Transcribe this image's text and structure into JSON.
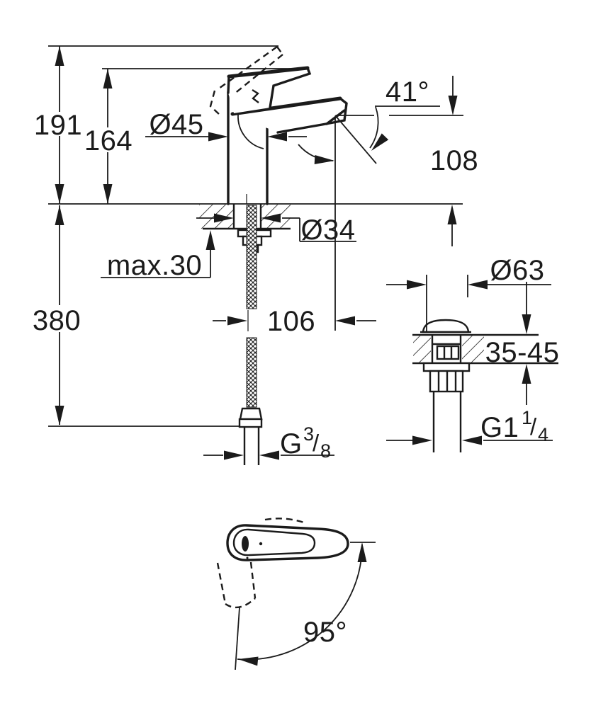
{
  "colors": {
    "ink": "#1b1b1b",
    "paper": "#ffffff"
  },
  "side_view": {
    "total_height": "191",
    "handle_height": "164",
    "body_diameter": "Ø45",
    "spout_angle": "41°",
    "spout_height": "108",
    "shank_diameter": "Ø34",
    "deck_thickness": "max.30",
    "hose_length": "380",
    "spout_reach": "106",
    "supply_thread": {
      "main": "G",
      "sup": "3",
      "slash": "/",
      "sub": "8"
    }
  },
  "drain_view": {
    "cap_diameter": "Ø63",
    "deck_range": "35-45",
    "outlet_thread": {
      "main": "G1",
      "sup": "1",
      "slash": "/",
      "sub": "4"
    }
  },
  "top_view": {
    "handle_swing_angle": "95°"
  }
}
